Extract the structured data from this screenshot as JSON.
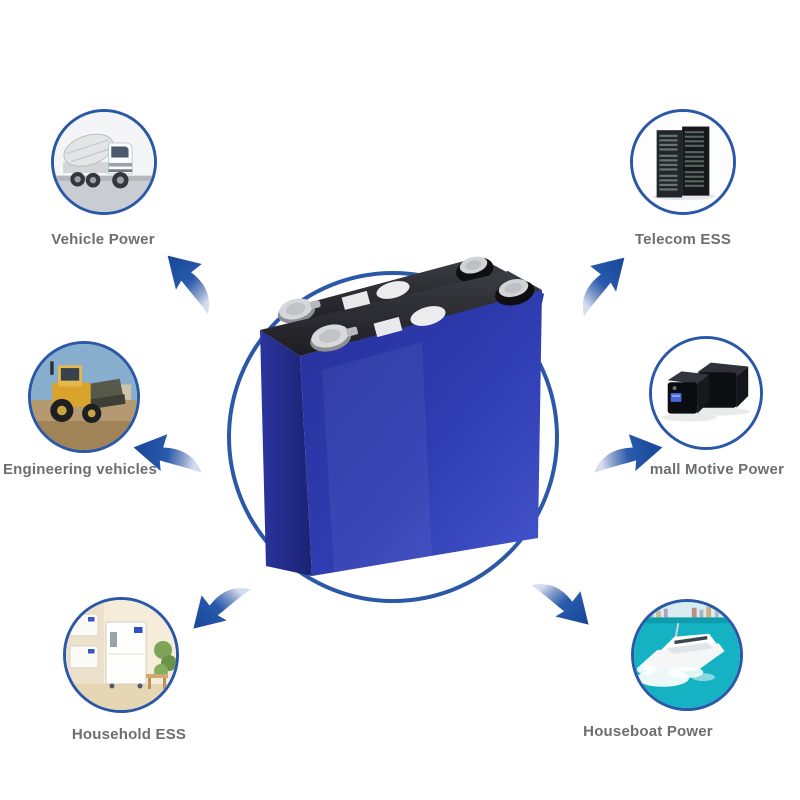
{
  "page": {
    "background": "#ffffff"
  },
  "center": {
    "product": "prismatic lifepo4 battery cells (two, blue)",
    "ring_color": "#2b58a7",
    "battery_face_color": "#2e3cae",
    "battery_left_color": "#1e2879",
    "lid_color": "#26262b",
    "terminal_color": "#d6d7d9"
  },
  "arrows": {
    "count": 6,
    "color_dark": "#1a4a9c",
    "color_light": "#d4ddee"
  },
  "label_style": {
    "color": "#6d6e71"
  },
  "apps": [
    {
      "id": "vehicle-power",
      "label": "Vehicle Power",
      "icon": "mixer-truck-icon",
      "position": "top-left"
    },
    {
      "id": "telecom-ess",
      "label": "Telecom ESS",
      "icon": "server-rack-icon",
      "position": "top-right"
    },
    {
      "id": "engineering-vehicles",
      "label": "Engineering vehicles",
      "icon": "wheel-loader-icon",
      "position": "middle-left"
    },
    {
      "id": "small-motive-power",
      "label": "mall Motive Power",
      "icon": "ups-box-icon",
      "position": "middle-right"
    },
    {
      "id": "household-ess",
      "label": "Household ESS",
      "icon": "home-battery-icon",
      "position": "bottom-left"
    },
    {
      "id": "houseboat-power",
      "label": "Houseboat Power",
      "icon": "yacht-icon",
      "position": "bottom-right"
    }
  ]
}
